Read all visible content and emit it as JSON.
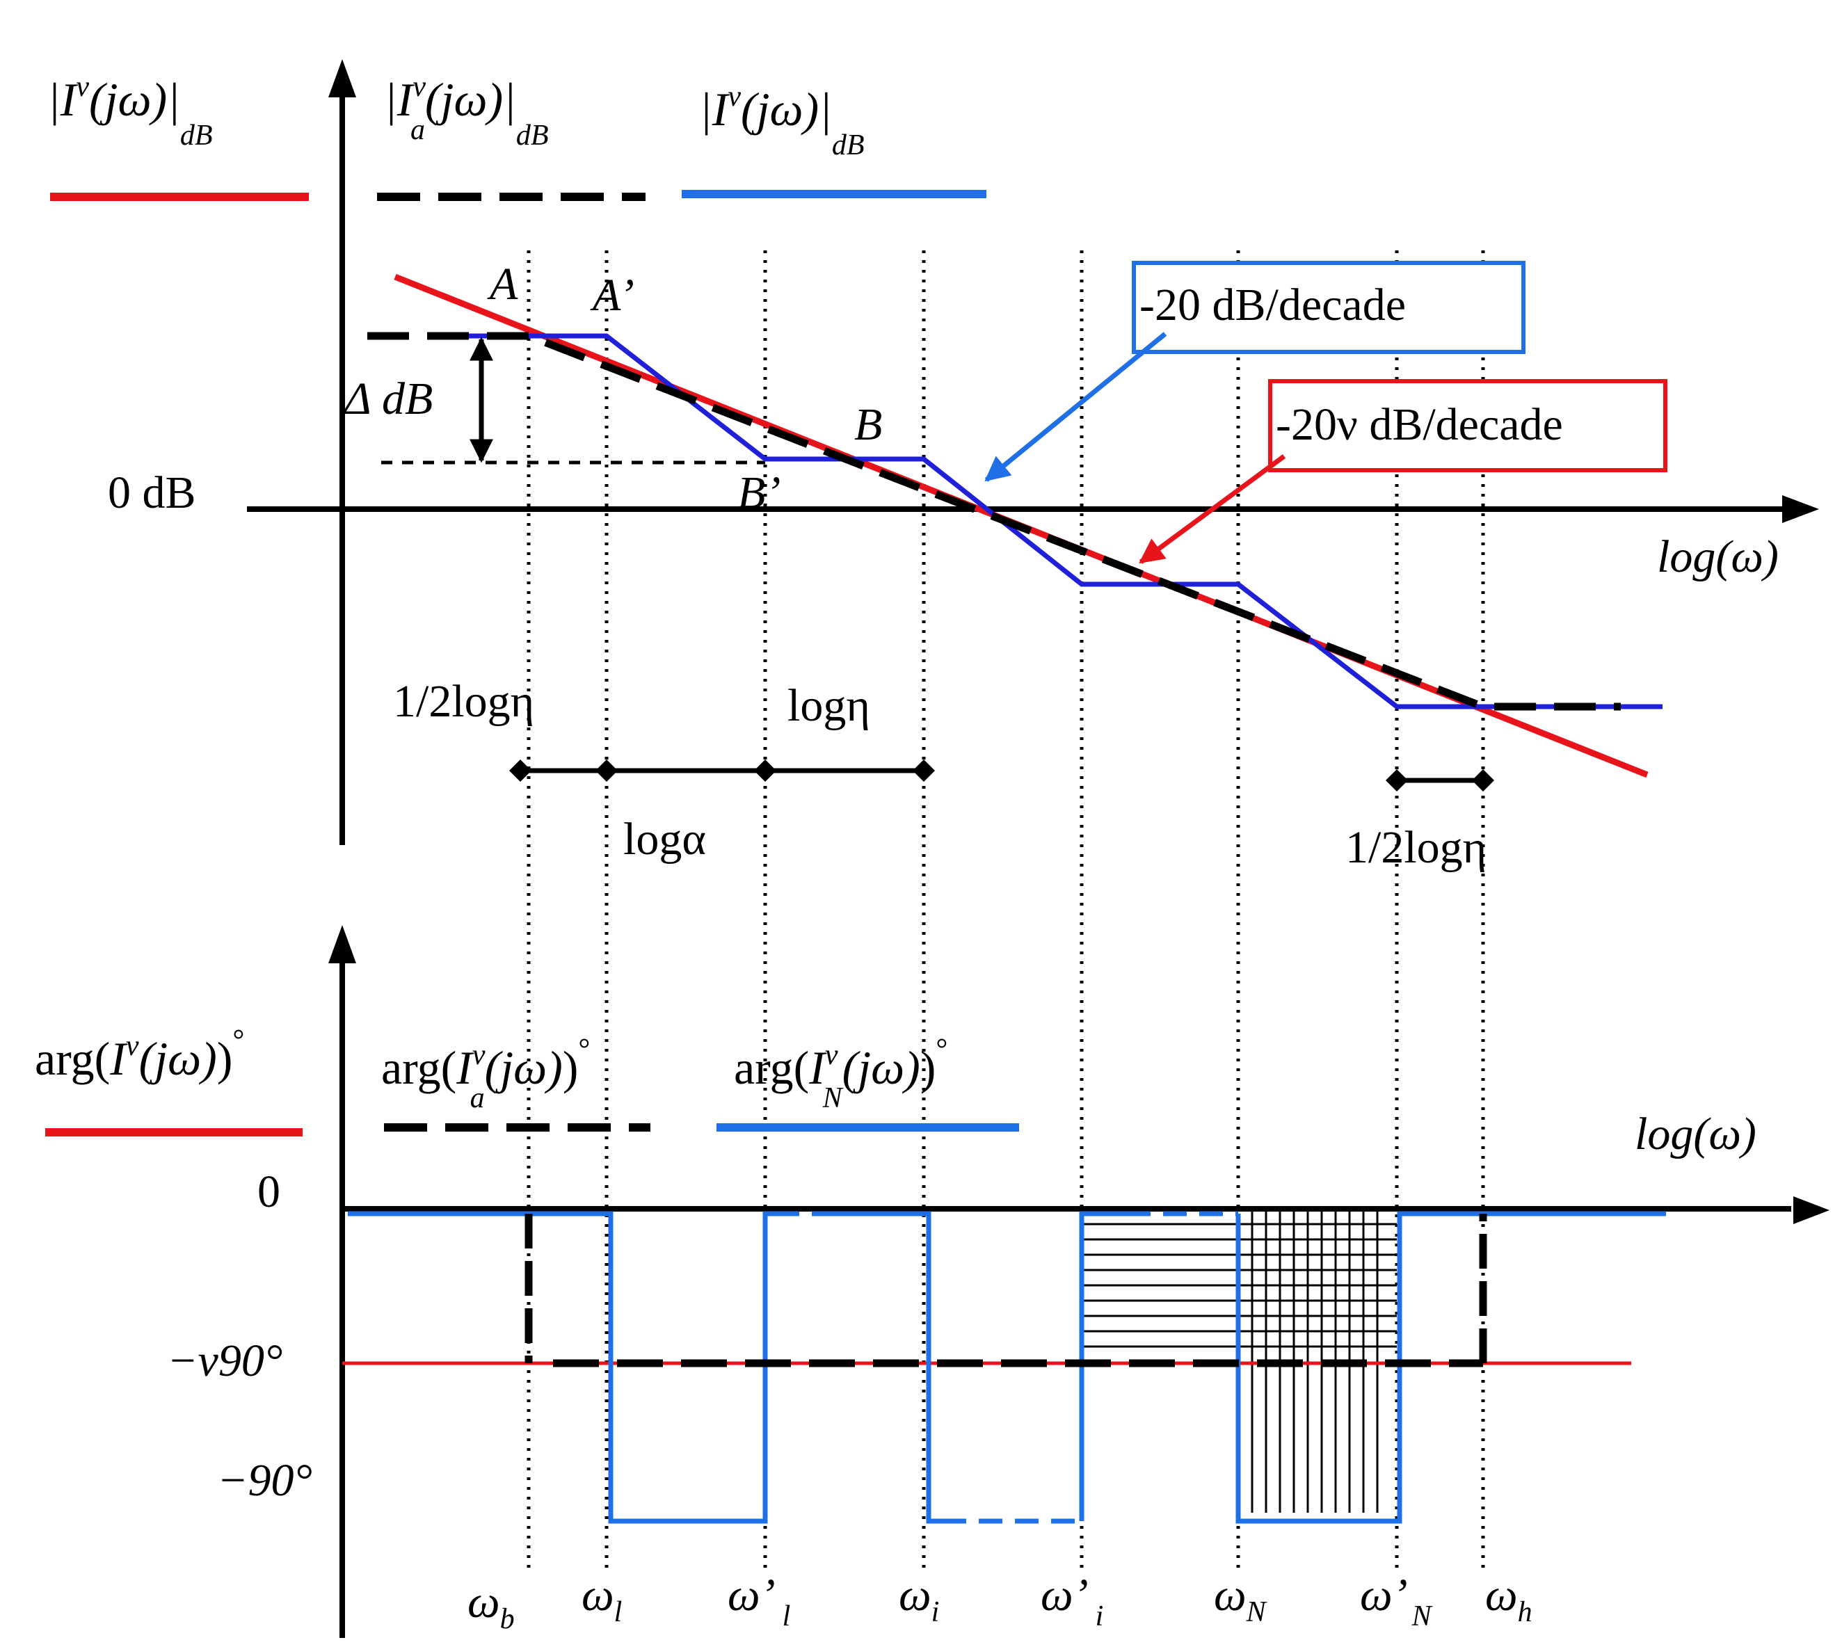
{
  "colors": {
    "exact": "#e8141c",
    "approx": "#000000",
    "numeric": "#1f55e6",
    "numeric_dark": "#2020d8",
    "axis": "#000000"
  },
  "magnitude": {
    "legend": [
      {
        "main": "|I",
        "sup": "ν",
        "sub": "",
        "arg": "(jω)|",
        "tail": "dB",
        "style": "solid-red"
      },
      {
        "main": "|I",
        "sup": "ν",
        "sub": "a",
        "arg": "(jω)|",
        "tail": "dB",
        "style": "dashed-black"
      },
      {
        "main": "|I",
        "sup": "ν",
        "sub": "",
        "arg": "(jω)|",
        "tail": "dB",
        "style": "solid-blue"
      }
    ],
    "zero_label": "0 dB",
    "xaxis_label": "log(ω)",
    "points": {
      "A": "A",
      "A_prime": "A’",
      "B": "B",
      "B_prime": "B’"
    },
    "delta_label": "Δ dB",
    "slope_blue": "-20 dB/decade",
    "slope_red": "-20ν dB/decade",
    "spans": {
      "half_log_eta_left": "1/2logη",
      "log_eta": "logη",
      "log_alpha": "logα",
      "half_log_eta_right": "1/2logη"
    }
  },
  "phase": {
    "legend": [
      {
        "prefix": "arg",
        "main": "I",
        "sup": "ν",
        "sub": "",
        "arg": "(jω)",
        "tail": "°",
        "style": "solid-red"
      },
      {
        "prefix": "arg",
        "main": "I",
        "sup": "ν",
        "sub": "a",
        "arg": "(jω)",
        "tail": "°",
        "style": "dashed-black"
      },
      {
        "prefix": "arg",
        "main": "I",
        "sup": "ν",
        "sub": "N",
        "arg": "(jω)",
        "tail": "°",
        "style": "solid-blue"
      }
    ],
    "zero_label": "0",
    "nu90_label": "−ν90°",
    "m90_label": "−90°",
    "xaxis_label": "log(ω)"
  },
  "frequencies": [
    {
      "sym": "ω",
      "prime": "",
      "sub": "b"
    },
    {
      "sym": "ω",
      "prime": "",
      "sub": "l"
    },
    {
      "sym": "ω",
      "prime": "’",
      "sub": "l"
    },
    {
      "sym": "ω",
      "prime": "",
      "sub": "i"
    },
    {
      "sym": "ω",
      "prime": "’",
      "sub": "i"
    },
    {
      "sym": "ω",
      "prime": "",
      "sub": "N"
    },
    {
      "sym": "ω",
      "prime": "’",
      "sub": "N"
    },
    {
      "sym": "ω",
      "prime": "",
      "sub": "h"
    }
  ]
}
